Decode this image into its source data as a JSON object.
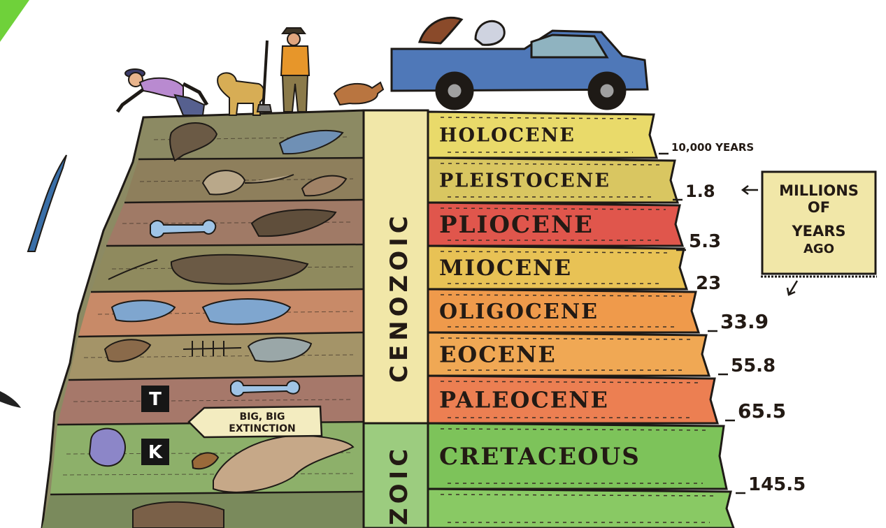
{
  "eras": [
    {
      "id": "cenozoic",
      "label": "CENOZOIC",
      "color": "#f1e7a8"
    },
    {
      "id": "mesozoic",
      "label": "ZOIC",
      "color": "#9ccc7f"
    }
  ],
  "epochs": [
    {
      "label": "HOLOCENE",
      "color": "#e9da6a",
      "boundary_age": "10,000 YEARS"
    },
    {
      "label": "PLEISTOCENE",
      "color": "#d9c661",
      "boundary_age": "1.8"
    },
    {
      "label": "PLIOCENE",
      "color": "#e0564c",
      "boundary_age": "5.3"
    },
    {
      "label": "MIOCENE",
      "color": "#e8c255",
      "boundary_age": "23"
    },
    {
      "label": "OLIGOCENE",
      "color": "#ef9a4b",
      "boundary_age": "33.9"
    },
    {
      "label": "EOCENE",
      "color": "#f0a854",
      "boundary_age": "55.8"
    },
    {
      "label": "PALEOCENE",
      "color": "#ec7f52",
      "boundary_age": "65.5"
    },
    {
      "label": "CRETACEOUS",
      "color": "#7dc35a",
      "boundary_age": "145.5"
    },
    {
      "label": "",
      "color": "#89c964",
      "boundary_age": ""
    }
  ],
  "legend": {
    "line1": "MILLIONS",
    "line2": "OF",
    "line3": "YEARS",
    "line4": "AGO"
  },
  "kt_boundary": {
    "t": "T",
    "k": "K",
    "note_line1": "BIG, BIG",
    "note_line2": "EXTINCTION"
  },
  "colors": {
    "truck": "#4f78b8",
    "ground_top": "#8c8a63",
    "outline": "#1e1a16"
  }
}
